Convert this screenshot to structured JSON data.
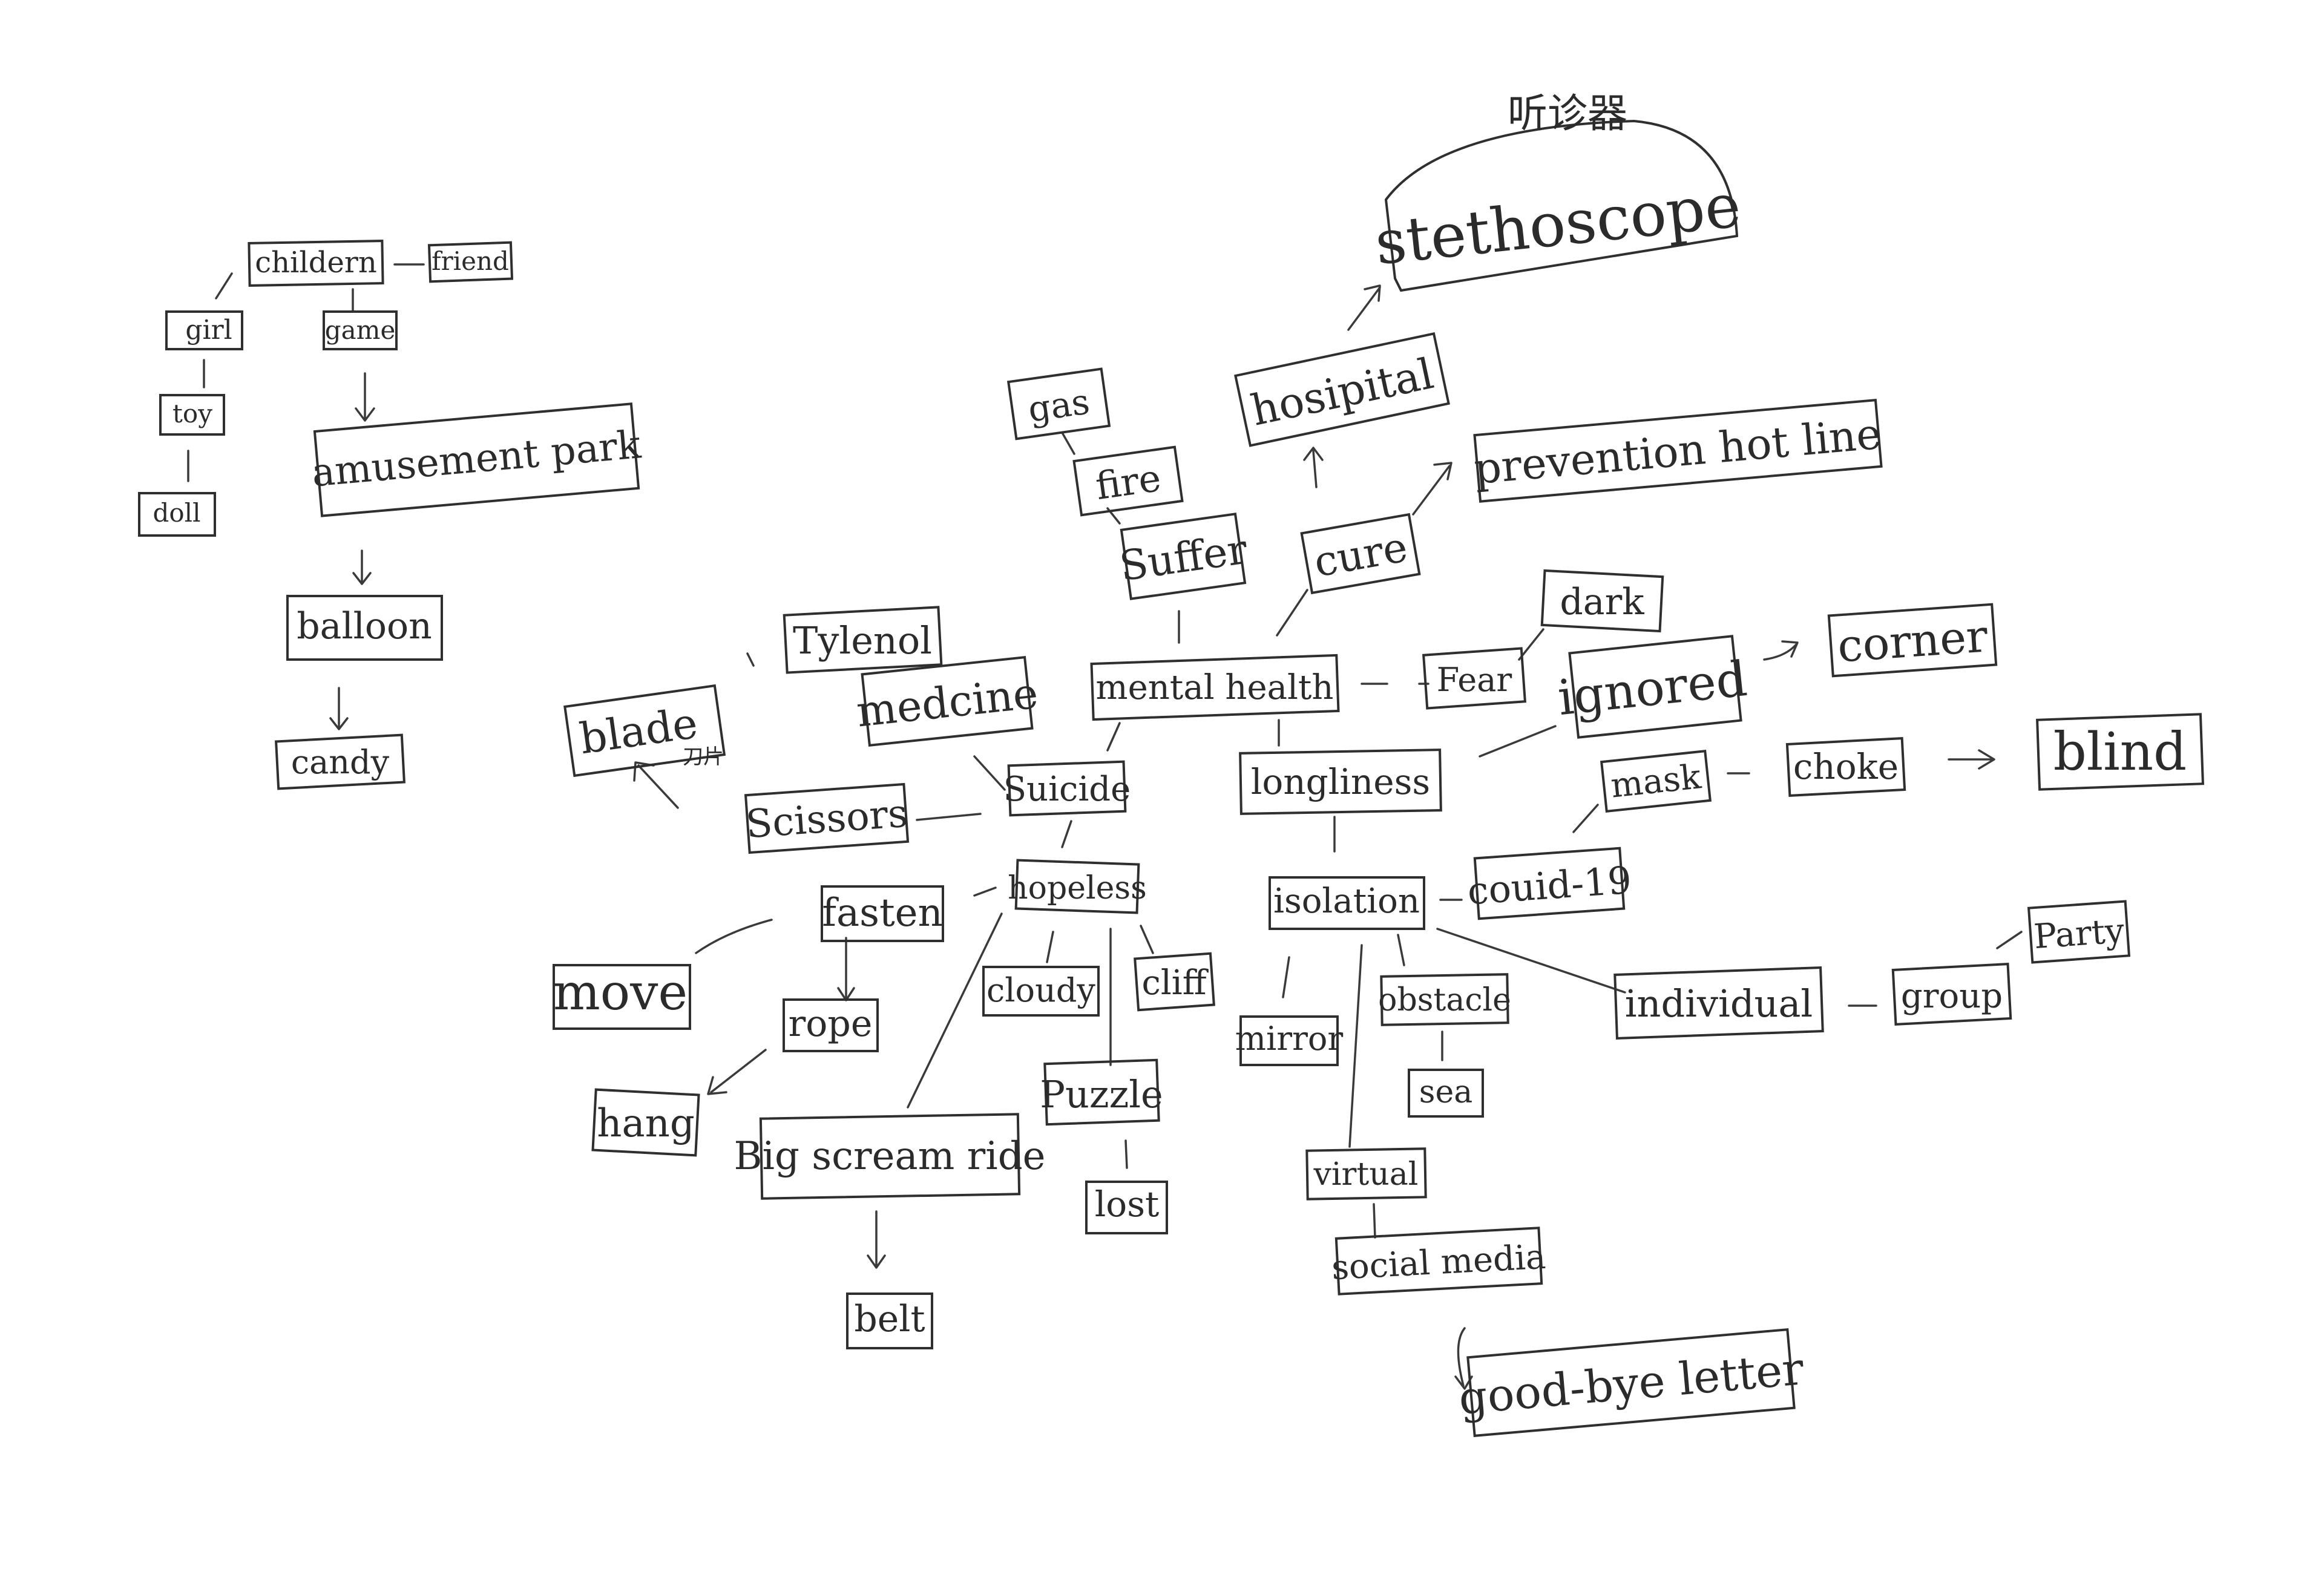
{
  "nodes": [
    {
      "id": "childern",
      "label": "childern"
    },
    {
      "id": "friend",
      "label": "friend"
    },
    {
      "id": "girl",
      "label": "girl"
    },
    {
      "id": "game",
      "label": "game"
    },
    {
      "id": "toy",
      "label": "toy"
    },
    {
      "id": "doll",
      "label": "doll"
    },
    {
      "id": "amusement_park",
      "label": "amusement park"
    },
    {
      "id": "balloon",
      "label": "balloon"
    },
    {
      "id": "candy",
      "label": "candy"
    },
    {
      "id": "stethoscope",
      "label": "stethoscope"
    },
    {
      "id": "hospital",
      "label": "hosipital"
    },
    {
      "id": "gas",
      "label": "gas"
    },
    {
      "id": "fire",
      "label": "fire"
    },
    {
      "id": "suffer",
      "label": "Suffer"
    },
    {
      "id": "cure",
      "label": "cure"
    },
    {
      "id": "prevention",
      "label": "prevention hot line"
    },
    {
      "id": "tylenol",
      "label": "Tylenol"
    },
    {
      "id": "blade",
      "label": "blade"
    },
    {
      "id": "medicine",
      "label": "medcine"
    },
    {
      "id": "mental_health",
      "label": "mental health"
    },
    {
      "id": "fear",
      "label": "Fear"
    },
    {
      "id": "dark",
      "label": "dark"
    },
    {
      "id": "ignored",
      "label": "ignored"
    },
    {
      "id": "corner",
      "label": "corner"
    },
    {
      "id": "scissors",
      "label": "Scissors"
    },
    {
      "id": "suicide",
      "label": "Suicide"
    },
    {
      "id": "longliness",
      "label": "longliness"
    },
    {
      "id": "mask",
      "label": "mask"
    },
    {
      "id": "choke",
      "label": "choke"
    },
    {
      "id": "blind",
      "label": "blind"
    },
    {
      "id": "fasten",
      "label": "fasten"
    },
    {
      "id": "hopeless",
      "label": "hopeless"
    },
    {
      "id": "isolation",
      "label": "isolation"
    },
    {
      "id": "covid",
      "label": "couid-19"
    },
    {
      "id": "party",
      "label": "Party"
    },
    {
      "id": "move",
      "label": "move"
    },
    {
      "id": "cloudy",
      "label": "cloudy"
    },
    {
      "id": "cliff",
      "label": "cliff"
    },
    {
      "id": "mirror",
      "label": "mirror"
    },
    {
      "id": "obstacle",
      "label": "obstacle"
    },
    {
      "id": "individual",
      "label": "individual"
    },
    {
      "id": "group",
      "label": "group"
    },
    {
      "id": "rope",
      "label": "rope"
    },
    {
      "id": "hang",
      "label": "hang"
    },
    {
      "id": "puzzle",
      "label": "Puzzle"
    },
    {
      "id": "sea",
      "label": "sea"
    },
    {
      "id": "big_scream_ride",
      "label": "Big scream ride"
    },
    {
      "id": "lost",
      "label": "lost"
    },
    {
      "id": "virtual",
      "label": "virtual"
    },
    {
      "id": "social_media",
      "label": "social media"
    },
    {
      "id": "belt",
      "label": "belt"
    },
    {
      "id": "goodbye_letter",
      "label": "good-bye letter"
    }
  ],
  "annotations": [
    {
      "id": "stethoscope_chinese",
      "text": "听诊器"
    },
    {
      "id": "blade_mark",
      "text": "刀片"
    }
  ]
}
